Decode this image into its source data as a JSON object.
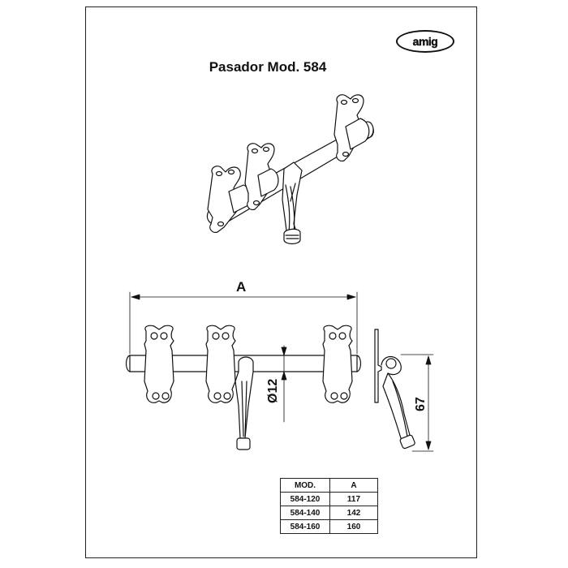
{
  "brand": {
    "logo_text": "amig"
  },
  "title": "Pasador Mod. 584",
  "dimensions": {
    "width_label": "A",
    "diameter_label": "Ø12",
    "height_label": "67"
  },
  "table": {
    "headers": [
      "MOD.",
      "A"
    ],
    "rows": [
      [
        "584-120",
        "117"
      ],
      [
        "584-140",
        "142"
      ],
      [
        "584-160",
        "160"
      ]
    ]
  }
}
